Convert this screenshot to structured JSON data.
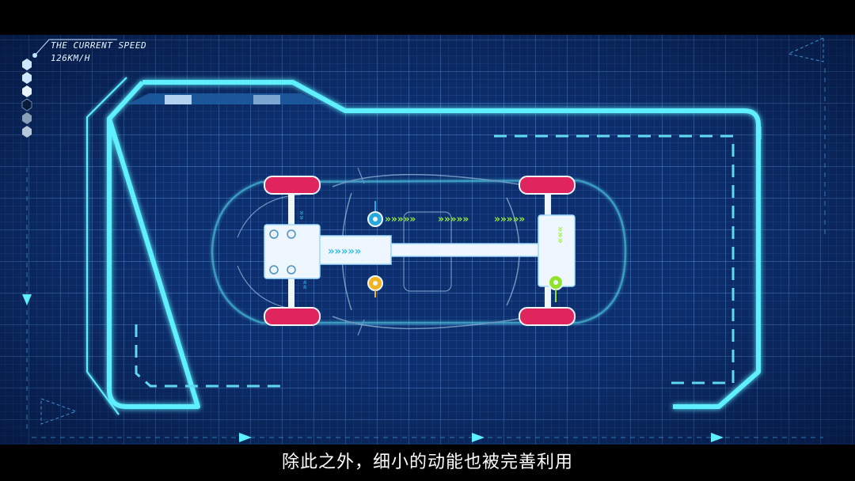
{
  "hud": {
    "speed_title": "THE CURRENT SPEED",
    "speed_value": "126KM/H"
  },
  "subtitle": "除此之外，细小的动能也被完善利用",
  "icons": [
    "hexagon-indicator-icon",
    "triangle-marker-icon",
    "chevron-arrow-icon",
    "location-pin-icon"
  ],
  "colors": {
    "background": "#0d2f6e",
    "frame_glow": "#5ff0ff",
    "tire": "#e0245e",
    "chassis": "#eef6ff",
    "arrow_green": "#9bf23a",
    "pin_blue": "#29a8e0",
    "pin_orange": "#f5b31c",
    "pin_green": "#8fe32a"
  }
}
